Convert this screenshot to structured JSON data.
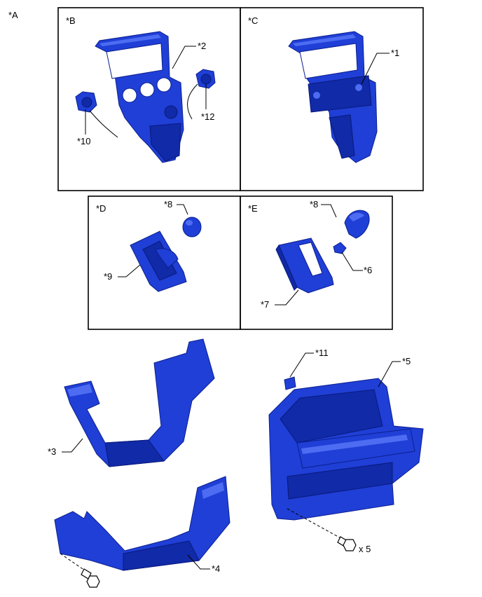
{
  "diagram": {
    "labels": {
      "A": "*A",
      "B": "*B",
      "C": "*C",
      "D": "*D",
      "E": "*E",
      "p1": "*1",
      "p2": "*2",
      "p3": "*3",
      "p4": "*4",
      "p5": "*5",
      "p6": "*6",
      "p7": "*7",
      "p8d": "*8",
      "p8e": "*8",
      "p9": "*9",
      "p10": "*10",
      "p11": "*11",
      "p12": "*12",
      "qty": "x 5"
    },
    "colors": {
      "part": "#1f3fd6",
      "part_dark": "#102aa8",
      "part_highlight": "#4d6cf2",
      "outline": "#000000"
    }
  }
}
